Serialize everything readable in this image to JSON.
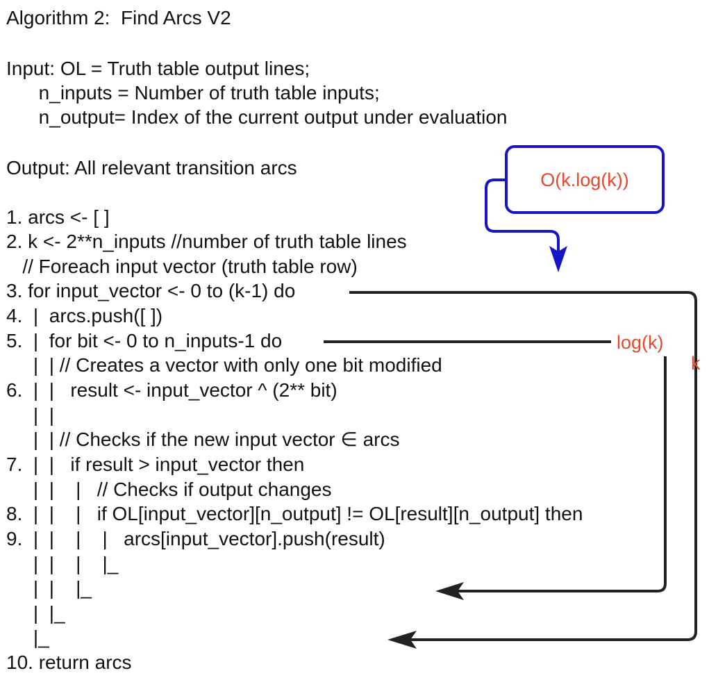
{
  "title": "Algorithm 2:  Find Arcs V2",
  "input_lines": [
    "Input: OL = Truth table output lines;",
    "      n_inputs = Number of truth table inputs;",
    "      n_output= Index of the current output under evaluation"
  ],
  "output_line": "Output: All relevant transition arcs",
  "code_lines": [
    "1. arcs <- [ ]",
    "2. k <- 2**n_inputs //number of truth table lines",
    "   // Foreach input vector (truth table row)",
    "3. for input_vector <- 0 to (k-1) do",
    "4.  |  arcs.push([ ])",
    "5.  |  for bit <- 0 to n_inputs-1 do",
    "     |  | // Creates a vector with only one bit modified",
    "6.  |  |   result <- input_vector ^ (2** bit)",
    "     |  |",
    "     |  | // Checks if the new input vector ∈ arcs",
    "7.  |  |   if result > input_vector then",
    "     |  |    |   // Checks if output changes",
    "8.  |  |    |   if OL[input_vector][n_output] != OL[result][n_output] then",
    "9.  |  |    |    |   arcs[input_vector].push(result)",
    "     |  |    |    |_",
    "     |  |    |_",
    "     |  |_",
    "     |_",
    "10. return arcs"
  ],
  "annotations": {
    "overall_complexity": "O(k.log(k))",
    "inner_loop": "log(k)",
    "outer_loop": "k"
  },
  "colors": {
    "text": "#111111",
    "annotation": "#e8472b",
    "box": "#1515c4",
    "arrow": "#222222"
  }
}
